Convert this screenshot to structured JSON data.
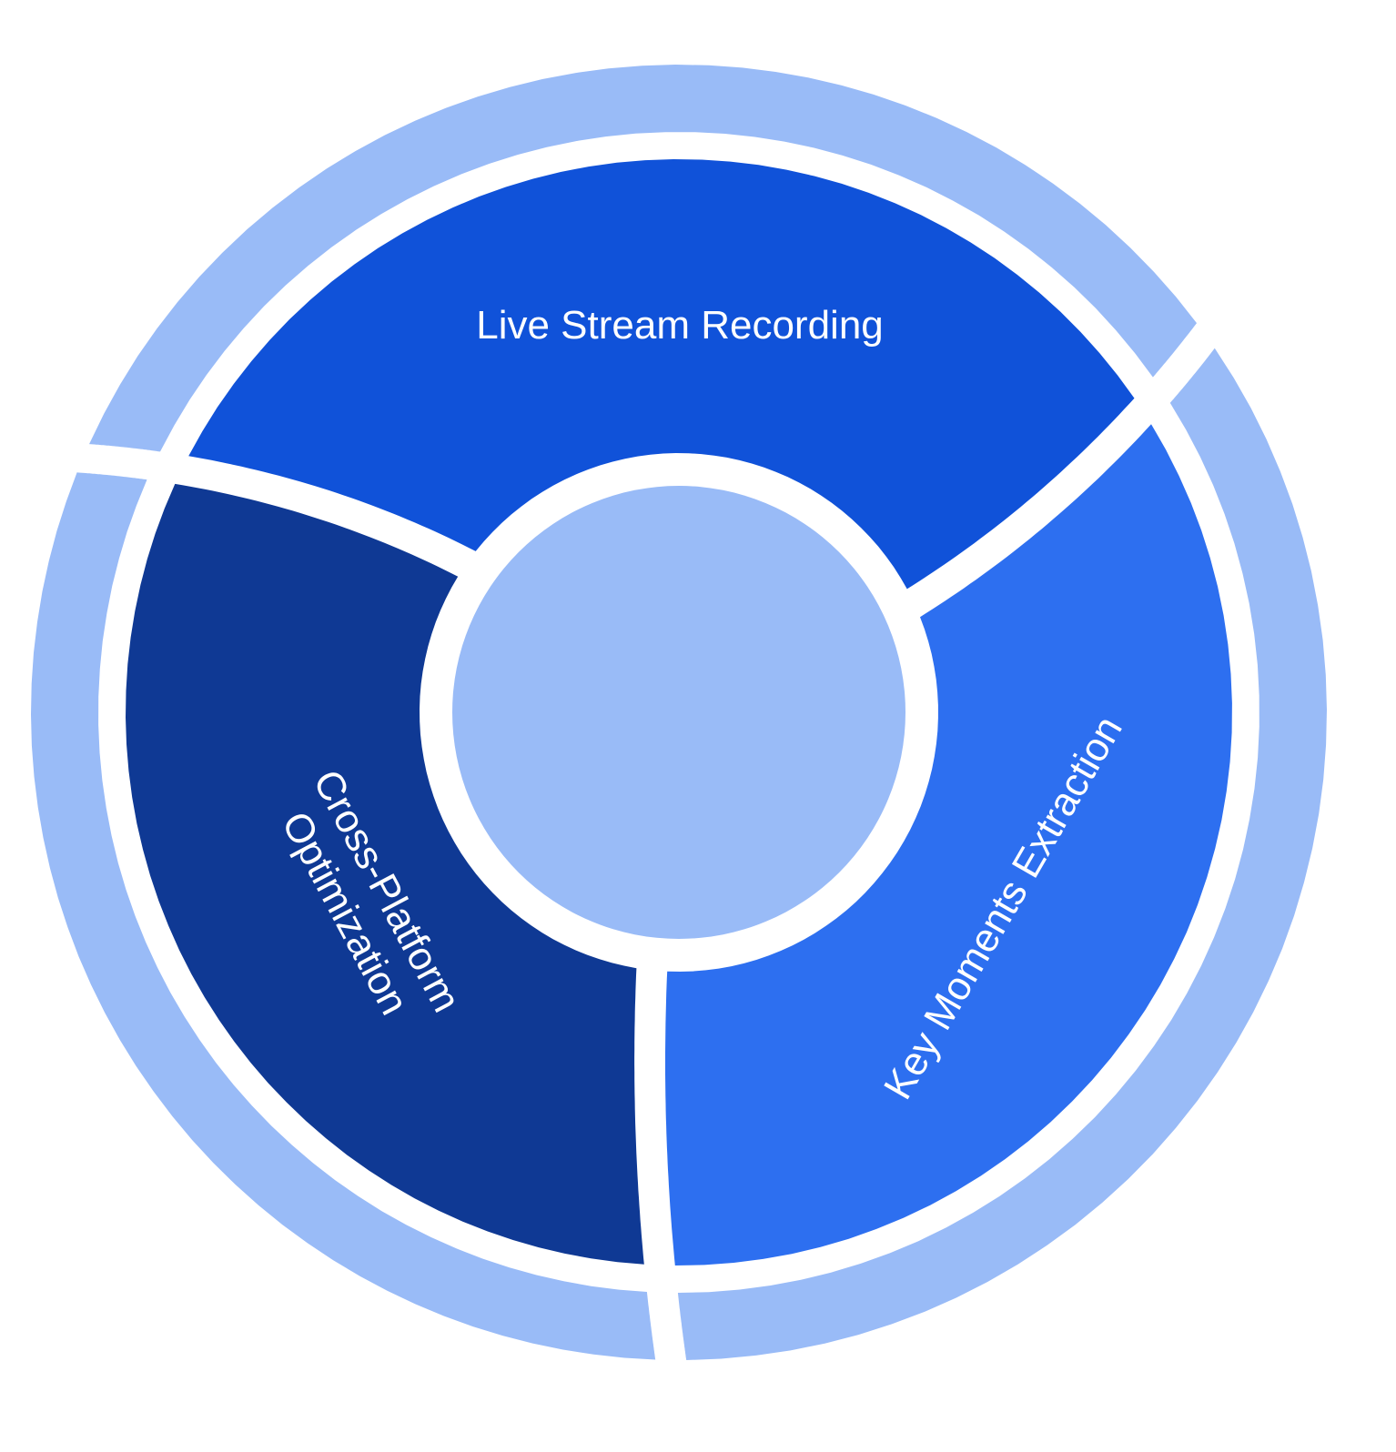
{
  "diagram": {
    "type": "cycle-ring",
    "segments": [
      {
        "label": "Live Stream Recording",
        "color": "#1052d9"
      },
      {
        "label": "Key Moments Extraction",
        "color": "#2d6ff0"
      },
      {
        "label_line1": "Cross-Platform",
        "label_line2": "Optimization",
        "color": "#0f3994"
      }
    ],
    "outer_ring_color": "#99bbf7",
    "center_color": "#99bbf7"
  }
}
